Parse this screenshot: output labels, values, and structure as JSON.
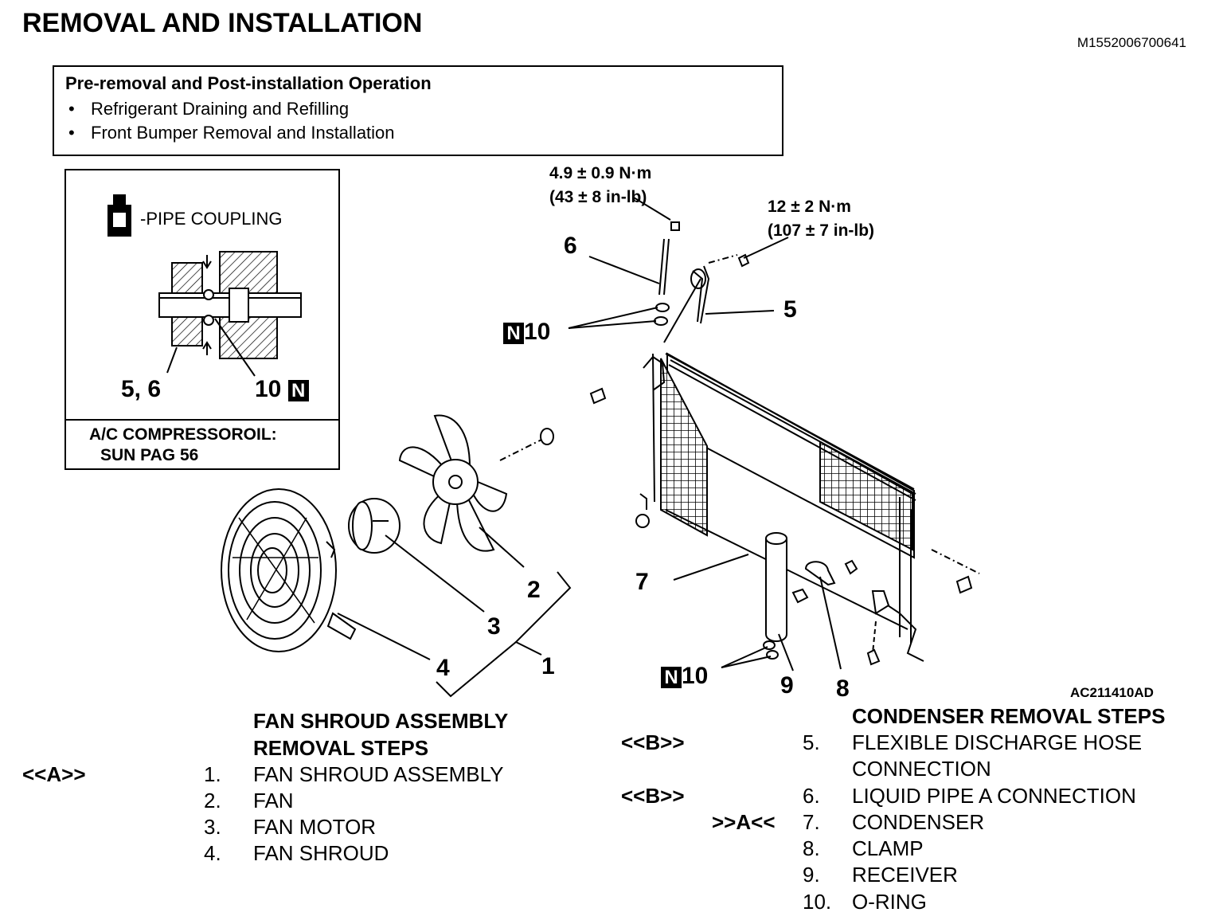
{
  "header": {
    "title": "REMOVAL AND INSTALLATION",
    "doc_id": "M1552006700641"
  },
  "pre_box": {
    "title": "Pre-removal and Post-installation Operation",
    "items": [
      "Refrigerant Draining and Refilling",
      "Front Bumper Removal and Installation"
    ]
  },
  "inset": {
    "coupling_label": "-PIPE COUPLING",
    "label_parts": "5, 6",
    "label_oring_num": "10",
    "badge": "N",
    "oil_label": "A/C COMPRESSOROIL:",
    "oil_value": "SUN PAG 56"
  },
  "torques": {
    "t1_nm": "4.9 ± 0.9 N·m",
    "t1_inlb": "(43 ± 8 in-lb)",
    "t2_nm": "12 ± 2 N·m",
    "t2_inlb": "(107 ± 7 in-lb)"
  },
  "callouts": {
    "c1": "1",
    "c2": "2",
    "c3": "3",
    "c4": "4",
    "c5": "5",
    "c6": "6",
    "c7": "7",
    "c8": "8",
    "c9": "9",
    "c10a": "10",
    "c10b": "10",
    "badge": "N"
  },
  "figure_id": "AC211410AD",
  "fan_steps": {
    "title_line1": "FAN SHROUD ASSEMBLY",
    "title_line2": "REMOVAL STEPS",
    "rows": [
      {
        "ref": "<<A>>",
        "num": "1.",
        "text": "FAN SHROUD ASSEMBLY"
      },
      {
        "ref": "",
        "num": "2.",
        "text": "FAN"
      },
      {
        "ref": "",
        "num": "3.",
        "text": "FAN MOTOR"
      },
      {
        "ref": "",
        "num": "4.",
        "text": "FAN SHROUD"
      }
    ]
  },
  "condenser_steps": {
    "title": "CONDENSER REMOVAL STEPS",
    "rows": [
      {
        "ref": "<<B>>",
        "num": "5.",
        "text": "FLEXIBLE DISCHARGE HOSE"
      },
      {
        "ref": "",
        "num": "",
        "text": "CONNECTION"
      },
      {
        "ref": "<<B>>",
        "num": "6.",
        "text": "LIQUID PIPE A CONNECTION"
      },
      {
        "ref": ">>A<<",
        "num": "7.",
        "text": "CONDENSER"
      },
      {
        "ref": "",
        "num": "8.",
        "text": "CLAMP"
      },
      {
        "ref": "",
        "num": "9.",
        "text": "RECEIVER"
      },
      {
        "ref": "",
        "num": "10.",
        "text": "O-RING"
      }
    ]
  }
}
